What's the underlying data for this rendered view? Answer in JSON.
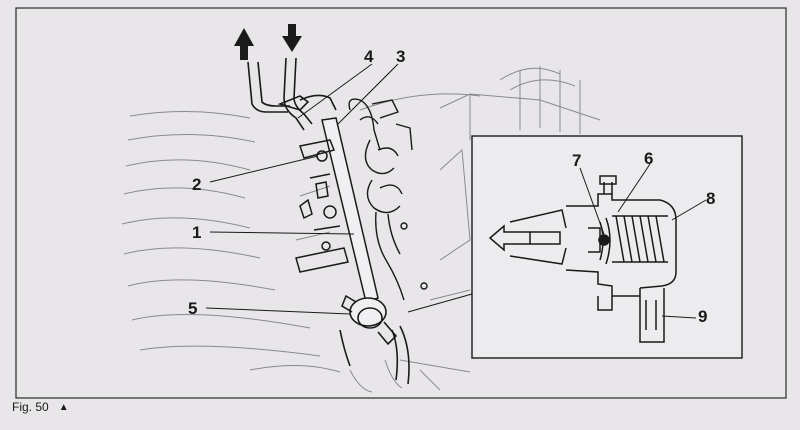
{
  "figure": {
    "caption": "Fig. 50",
    "caption_mark": "▲",
    "callouts": {
      "c1": "1",
      "c2": "2",
      "c3": "3",
      "c4": "4",
      "c5": "5",
      "c6": "6",
      "c7": "7",
      "c8": "8",
      "c9": "9"
    }
  },
  "colors": {
    "paper": "#e8e6e9",
    "ink": "#1a1a1a",
    "faint": "#8a898c",
    "panel": "#ecebee"
  }
}
